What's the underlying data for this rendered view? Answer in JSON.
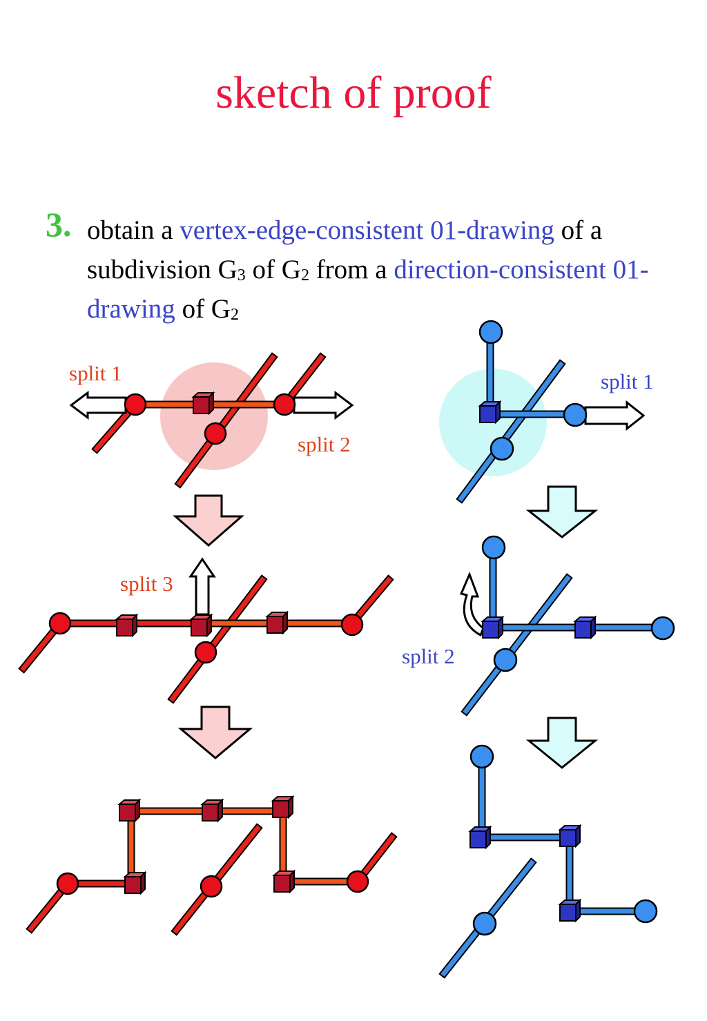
{
  "title": "sketch of proof",
  "step": {
    "number": "3.",
    "t1": "obtain a ",
    "t2": "vertex-edge-consistent 01-drawing",
    "t3": " of a subdivision G",
    "t3sub": "3",
    "t4": " of  G",
    "t4sub": "2",
    "t5": " from a ",
    "t6": "direction-consistent 01-drawing",
    "t7": " of G",
    "t7sub": "2"
  },
  "labels": {
    "red_split1": "split 1",
    "red_split2": "split 2",
    "red_split3": "split 3",
    "blue_split1": "split 1",
    "blue_split2": "split 2"
  },
  "colors": {
    "title": "#e8173e",
    "step_number": "#3fc23f",
    "highlight_text": "#3a44c8",
    "red_edge": "#e8231b",
    "orange_edge": "#f0561e",
    "red_vertex": "#e8101a",
    "red_square": "#b3132a",
    "red_halo": "#f7c6c6",
    "blue_edge": "#3a8ee6",
    "blue_vertex": "#3b8fef",
    "blue_square": "#2d35c4",
    "blue_halo": "#cdf8f8"
  },
  "icons": [
    "right-arrow-icon",
    "left-arrow-icon",
    "up-arrow-icon",
    "down-block-arrow-icon",
    "curved-up-arrow-icon"
  ]
}
